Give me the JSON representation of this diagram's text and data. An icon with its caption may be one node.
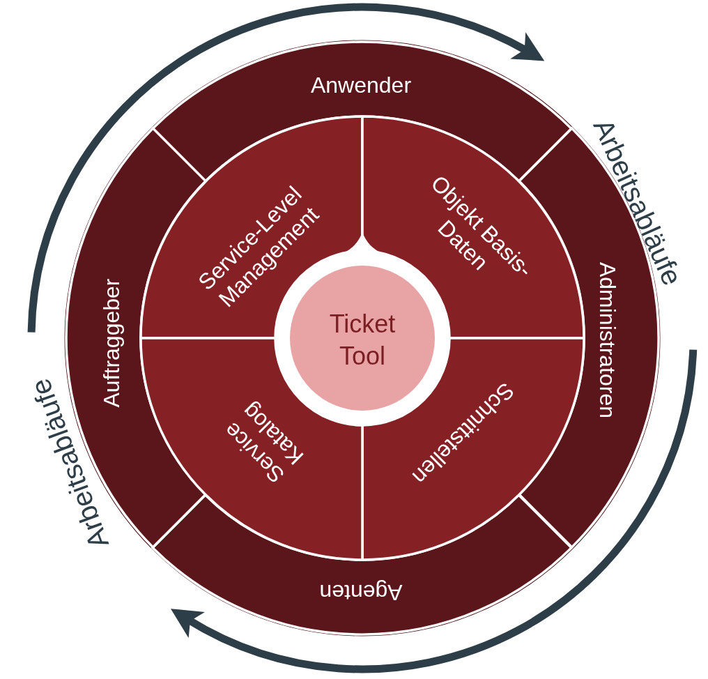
{
  "diagram": {
    "nodes": [
      {
        "text": [
          "Anwender"
        ]
      },
      {
        "text": [
          "Administratoren"
        ]
      },
      {
        "text": [
          "Agenten"
        ]
      },
      {
        "text": [
          "Auftraggeber"
        ]
      },
      {
        "text": [
          "Service-Level Management"
        ]
      },
      {
        "text": [
          "Objekt Basis-Daten"
        ]
      },
      {
        "text": [
          "Schnittstellen"
        ]
      },
      {
        "text": [
          "Service Katalog"
        ]
      },
      {
        "text": [
          "Ticket Tool"
        ]
      }
    ],
    "labels": [
      "Arbeitsabläufe",
      "Arbeitsabläufe"
    ]
  }
}
